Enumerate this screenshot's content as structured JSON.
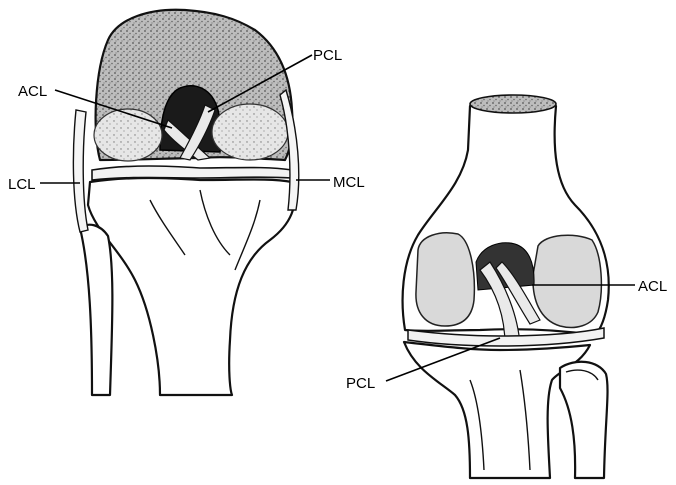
{
  "labels": {
    "left": {
      "acl": "ACL",
      "pcl": "PCL",
      "lcl": "LCL",
      "mcl": "MCL"
    },
    "right": {
      "acl": "ACL",
      "pcl": "PCL"
    }
  }
}
